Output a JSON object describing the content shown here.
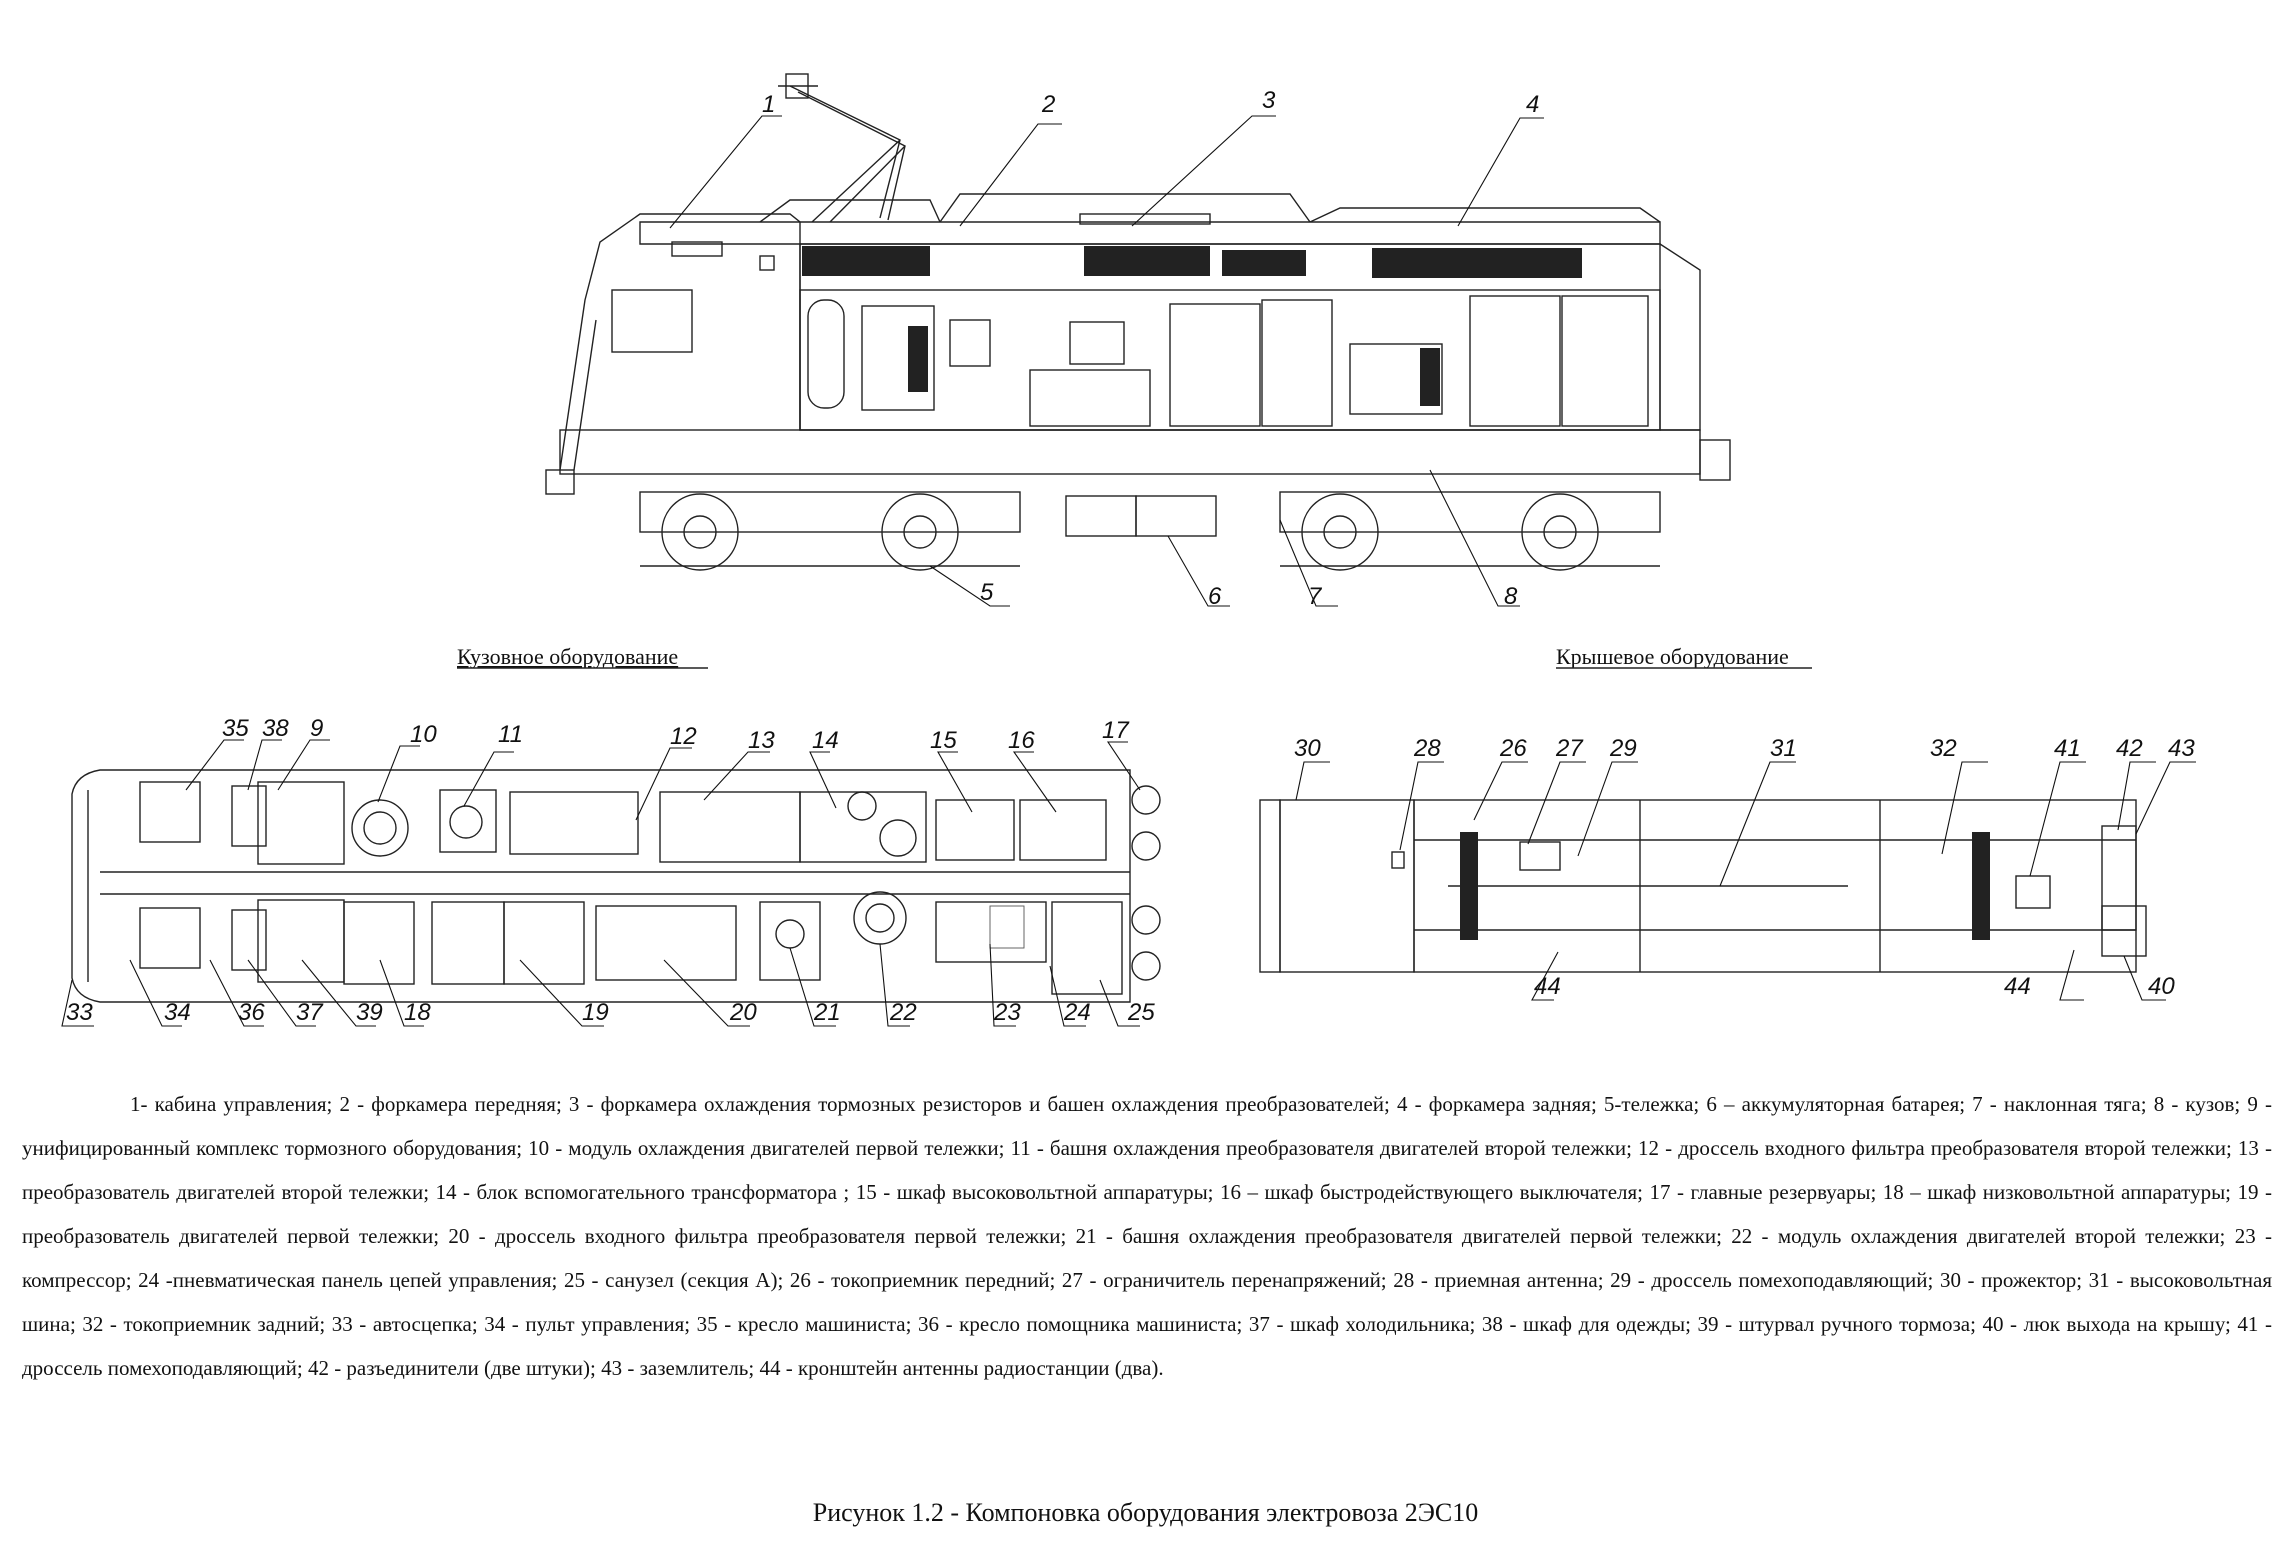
{
  "titles": {
    "body_equipment": "Кузовное оборудование",
    "roof_equipment": "Крышевое оборудование"
  },
  "side_labels": [
    "1",
    "2",
    "3",
    "4",
    "5",
    "6",
    "7",
    "8"
  ],
  "plan_labels": [
    "35",
    "38",
    "9",
    "10",
    "11",
    "12",
    "13",
    "14",
    "15",
    "16",
    "17",
    "33",
    "34",
    "36",
    "37",
    "39",
    "18",
    "19",
    "20",
    "21",
    "22",
    "23",
    "24",
    "25"
  ],
  "roof_labels": [
    "30",
    "28",
    "26",
    "27",
    "29",
    "31",
    "32",
    "41",
    "42",
    "43",
    "44",
    "44",
    "40"
  ],
  "legend": {
    "text": "1- кабина управления; 2 - форкамера передняя; 3 - форкамера охлаждения тормозных резисторов и башен охлаждения преобразователей; 4 - форкамера задняя; 5-тележка; 6 – аккумуляторная батарея; 7 - наклонная тяга; 8 - кузов; 9 - унифицированный комплекс тормозного оборудования; 10 - модуль охлаждения двигателей первой тележки; 11 - башня охлаждения преобразователя двигателей второй тележки; 12 - дроссель входного фильтра преобразователя второй тележки; 13 - преобразователь двигателей второй тележки; 14 - блок вспомогательного трансформатора ; 15 - шкаф высоковольтной аппаратуры; 16 – шкаф быстродействующего выключателя; 17 - главные резервуары;    18 – шкаф низковольтной аппаратуры; 19 - преобразователь двигателей первой тележки; 20 - дроссель входного фильтра преобразователя первой тележки;    21 - башня охлаждения преобразователя двигателей первой тележки;  22 - модуль охлаждения двигателей второй тележки; 23 - компрессор;        24 -пневматическая панель цепей управления; 25 - санузел (секция А); 26 - токоприемник передний; 27 - ограничитель перенапряжений; 28 - приемная антенна; 29 - дроссель помехоподавляющий;       30 - прожектор; 31 - высоковольтная шина; 32 - токоприемник задний; 33 - автосцепка; 34 - пульт управления; 35 - кресло машиниста; 36 - кресло помощника машиниста; 37 - шкаф холодильника;        38 - шкаф для одежды; 39 - штурвал ручного тормоза; 40 - люк выхода на крышу; 41 - дроссель помехоподавляющий; 42 - разъединители (две штуки); 43 - заземлитель; 44 - кронштейн антенны радиостанции (два)."
  },
  "caption": "Рисунок 1.2 - Компоновка оборудования электровоза 2ЭС10"
}
